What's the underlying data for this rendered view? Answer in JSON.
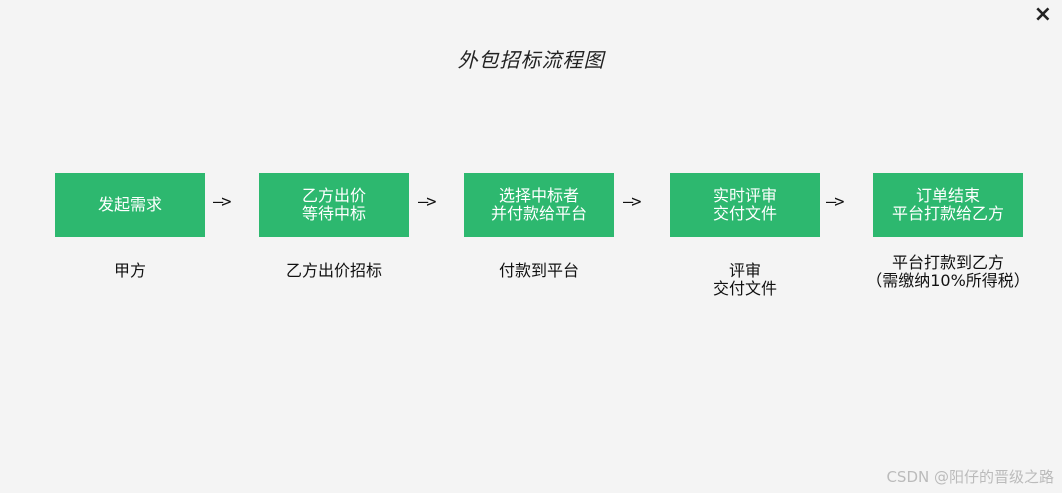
{
  "window": {
    "close_icon": "×"
  },
  "title": "外包招标流程图",
  "steps": [
    {
      "box_lines": [
        "发起需求"
      ],
      "caption_lines": [
        "甲方"
      ]
    },
    {
      "box_lines": [
        "乙方出价",
        "等待中标"
      ],
      "caption_lines": [
        "乙方出价招标"
      ]
    },
    {
      "box_lines": [
        "选择中标者",
        "并付款给平台"
      ],
      "caption_lines": [
        "付款到平台"
      ]
    },
    {
      "box_lines": [
        "实时评审",
        "交付文件"
      ],
      "caption_lines": [
        "评审",
        "交付文件"
      ]
    },
    {
      "box_lines": [
        "订单结束",
        "平台打款给乙方"
      ],
      "caption_lines": [
        "平台打款到乙方",
        "（需缴纳10%所得税）"
      ]
    }
  ],
  "arrow_text": "—>",
  "watermark": "CSDN @阳仔的晋级之路",
  "colors": {
    "box": "#2db86f",
    "background": "#f4f4f4"
  }
}
